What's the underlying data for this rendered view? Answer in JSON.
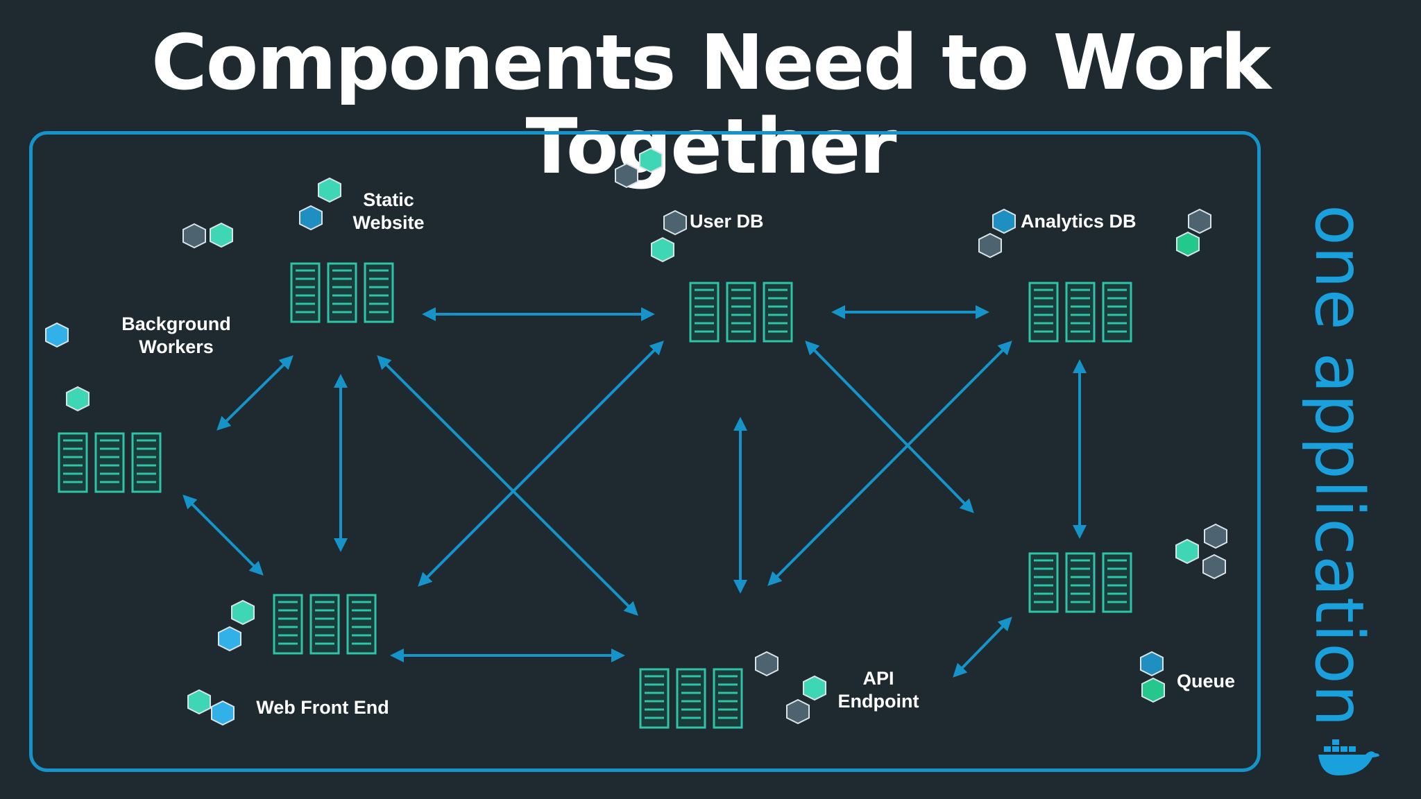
{
  "title": "Components Need to Work Together",
  "side_label": "one application",
  "components": {
    "static_website": "Static\nWebsite",
    "user_db": "User DB",
    "analytics_db": "Analytics DB",
    "background_workers": "Background\nWorkers",
    "web_front_end": "Web Front End",
    "api_endpoint": "API\nEndpoint",
    "queue": "Queue"
  },
  "colors": {
    "background": "#1f2a30",
    "accent_blue": "#1693c8",
    "server_green": "#2ec4a8",
    "hex_teal": "#3fd6b6",
    "hex_blue": "#1e8fc0",
    "hex_gray": "#4d6470",
    "hex_green": "#24c78c",
    "hex_light_blue": "#32b0e8"
  },
  "icons": {
    "server": "server-rack-icon",
    "container": "hexagon-container-icon",
    "logo": "docker-whale-logo-icon"
  }
}
